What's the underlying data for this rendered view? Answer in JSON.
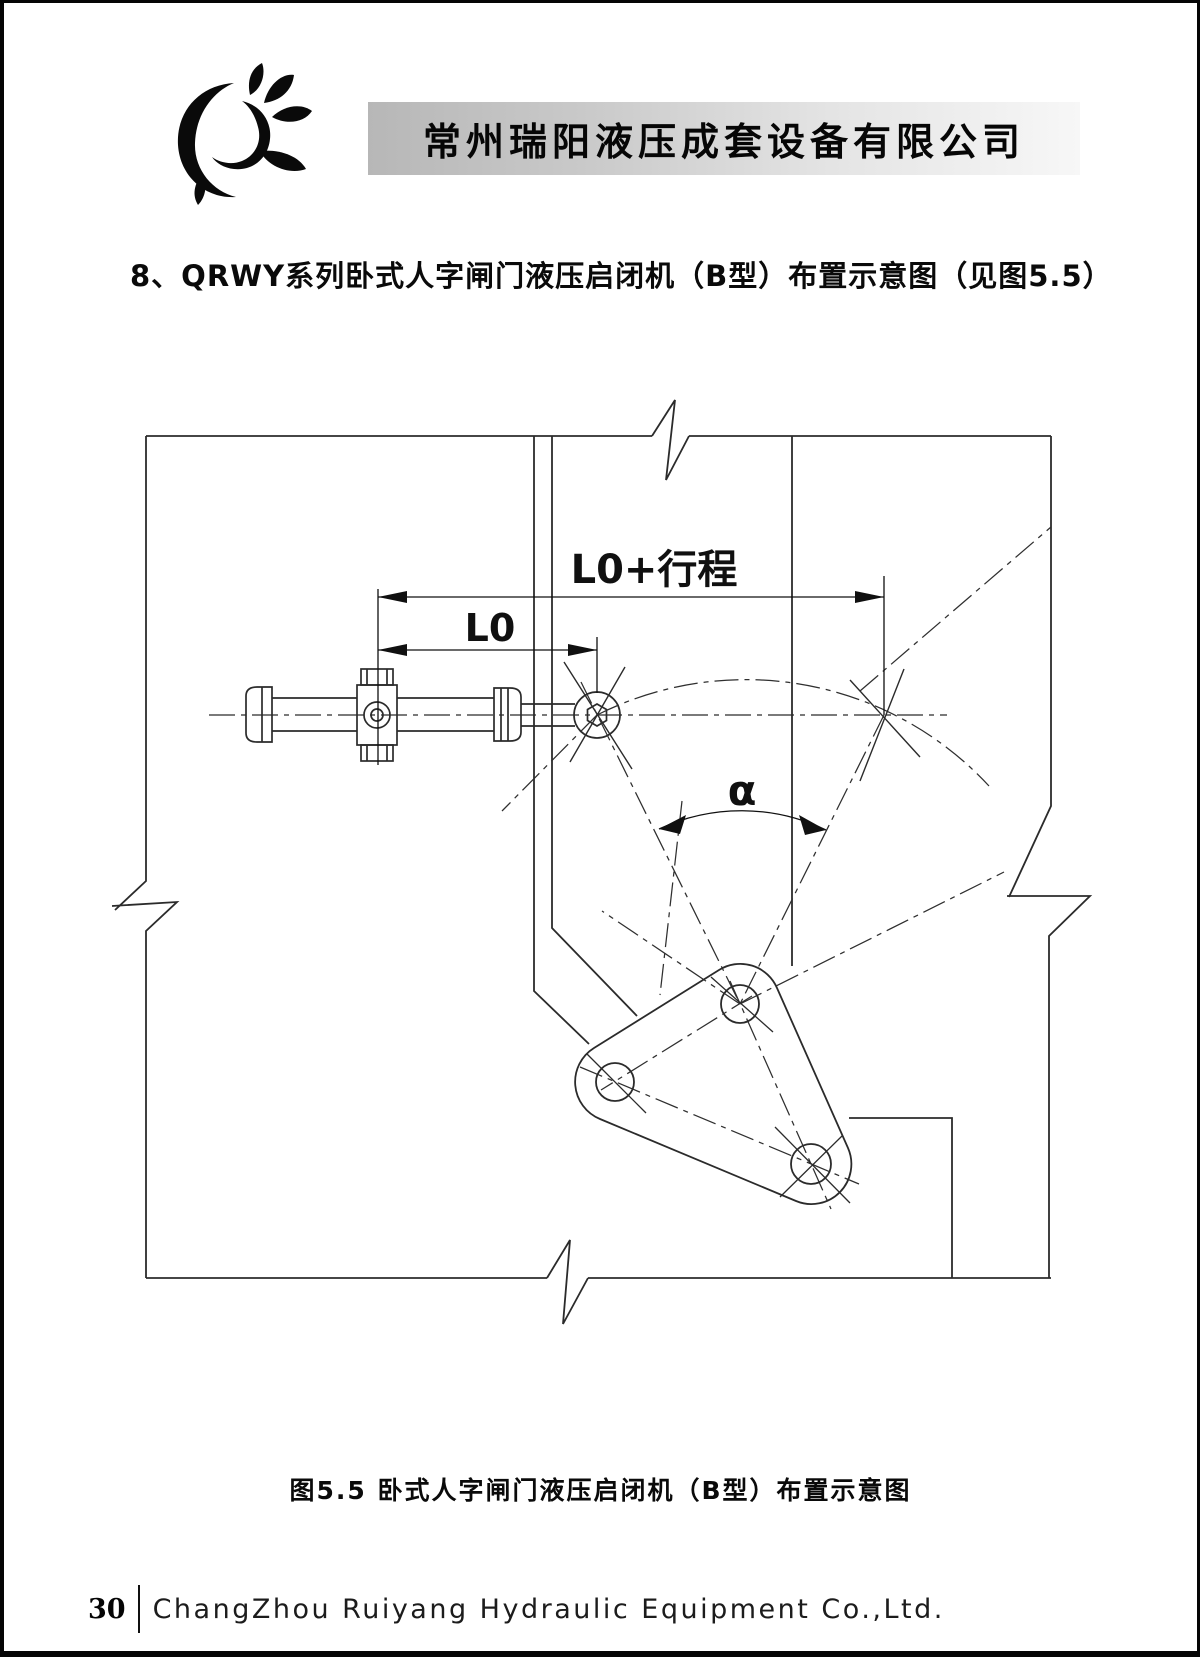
{
  "header": {
    "logo_icon": "swirl-leaves-logo",
    "company_name_cn": "常州瑞阳液压成套设备有限公司"
  },
  "section_heading": "8、QRWY系列卧式人字闸门液压启闭机（B型）布置示意图（见图5.5）",
  "diagram": {
    "dim_total_label": "L0+行程",
    "dim_l0_label": "L0",
    "angle_label": "α"
  },
  "caption": "图5.5 卧式人字闸门液压启闭机（B型）布置示意图",
  "footer": {
    "page_number": "30",
    "company_name_en": "ChangZhou Ruiyang Hydraulic Equipment Co.,Ltd."
  },
  "colors": {
    "line": "#2b2b2b",
    "banner_gradient_start": "#b7b7b7",
    "banner_gradient_end": "#f7f7f7",
    "page_border": "#050505"
  }
}
